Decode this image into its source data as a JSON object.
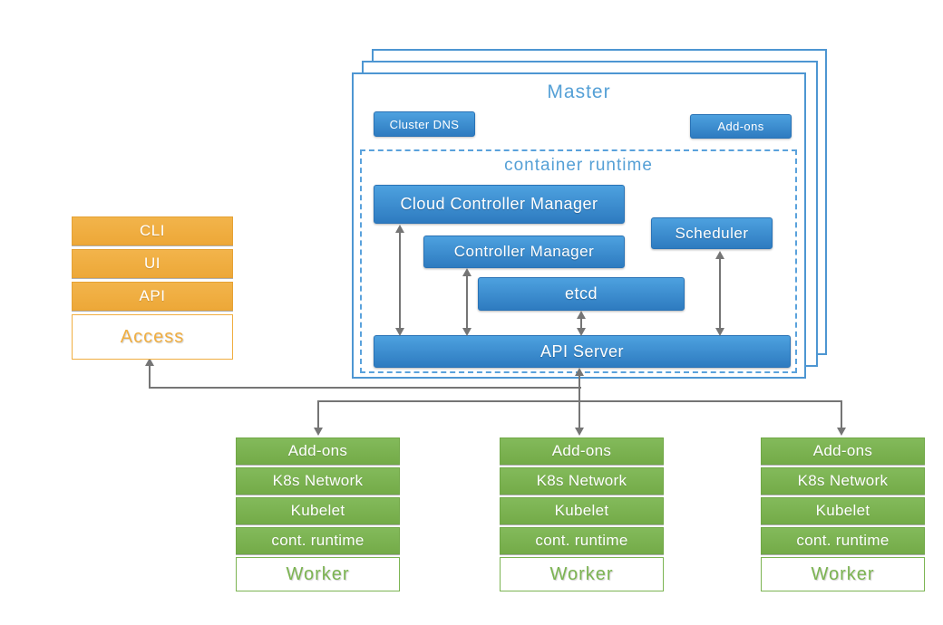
{
  "colors": {
    "blue_gradient_top": "#4da1df",
    "blue_gradient_bottom": "#2e7bc0",
    "light_blue_text": "#55a0d6",
    "master_border_blue": "#4d96d2",
    "orange": "#f0ae41",
    "green": "#7cb452",
    "arrow_gray": "#757575"
  },
  "master": {
    "title": "Master",
    "buttons": {
      "cluster_dns": "Cluster DNS",
      "add_ons": "Add-ons"
    },
    "container_runtime": {
      "title": "container runtime",
      "components": {
        "cloud_controller_manager": "Cloud Controller Manager",
        "controller_manager": "Controller Manager",
        "etcd": "etcd",
        "scheduler": "Scheduler",
        "api_server": "API Server"
      }
    }
  },
  "access_stack": {
    "rows": [
      "CLI",
      "UI",
      "API"
    ],
    "label": "Access"
  },
  "worker_stack": {
    "rows": [
      "Add-ons",
      "K8s Network",
      "Kubelet",
      "cont. runtime"
    ],
    "label": "Worker"
  }
}
